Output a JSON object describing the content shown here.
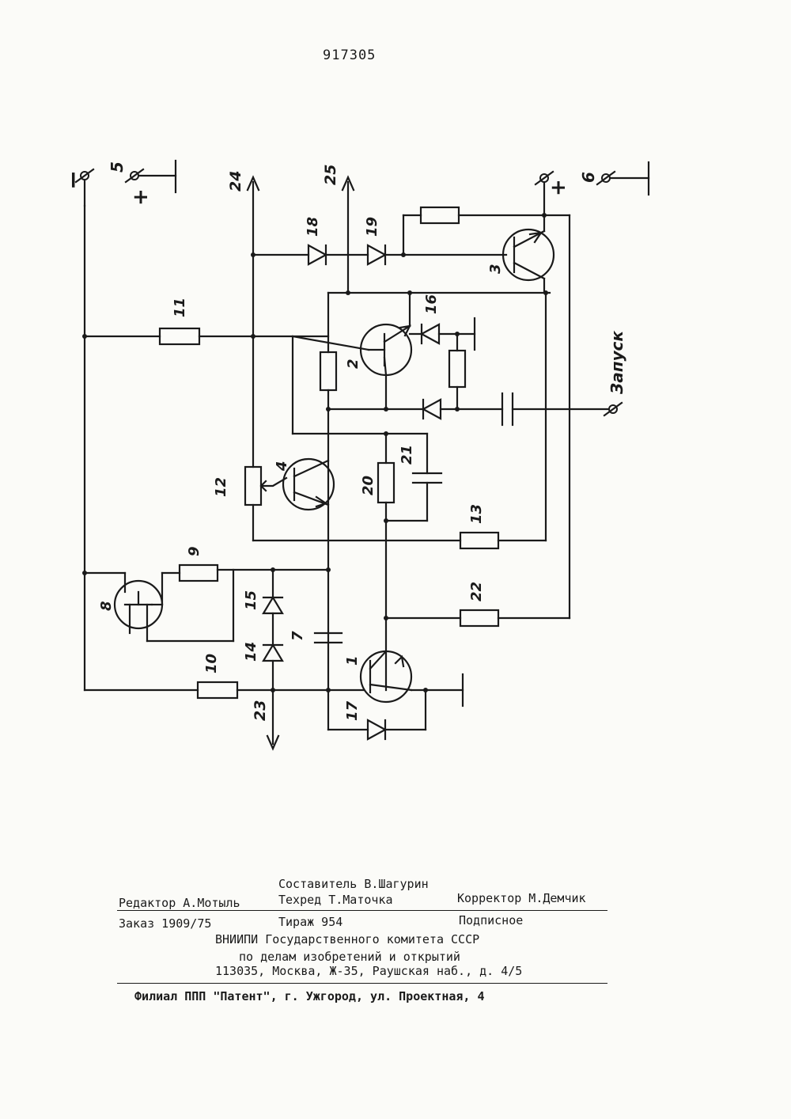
{
  "document_number": "917305",
  "schematic": {
    "terminals": {
      "t5": "5",
      "t6": "6",
      "t23": "23",
      "t24": "24",
      "t25": "25",
      "minus": "−",
      "plus": "+",
      "plus2": "+",
      "start": "Запуск"
    },
    "labels": {
      "r11": "11",
      "r12": "12",
      "r13": "13",
      "r20": "20",
      "r22": "22",
      "r9": "9",
      "r10": "10",
      "c21": "21",
      "c7": "7",
      "d18": "18",
      "d19": "19",
      "d16": "16",
      "d15": "15",
      "d14": "14",
      "d17": "17",
      "q1": "1",
      "q2": "2",
      "q3": "3",
      "q4": "4",
      "q8": "8"
    }
  },
  "colophon": {
    "compiler": "Составитель В.Шагурин",
    "editor": "Редактор А.Мотыль",
    "techred": "Техред Т.Маточка",
    "corrector": "Корректор М.Демчик",
    "order": "Заказ 1909/75",
    "circulation": "Тираж 954",
    "subscription": "Подписное",
    "org_line1": "ВНИИПИ Государственного комитета СССР",
    "org_line2": "по делам изобретений и открытий",
    "address": "113035, Москва, Ж-35, Раушская наб., д. 4/5",
    "branch": "Филиал ППП \"Патент\", г. Ужгород, ул. Проектная, 4"
  }
}
